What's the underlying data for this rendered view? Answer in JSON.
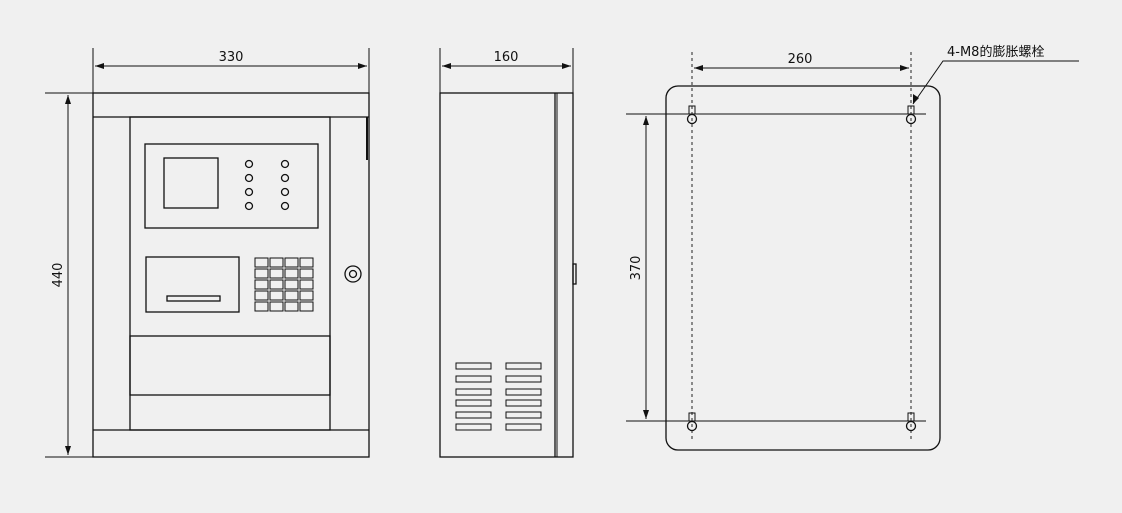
{
  "front_view": {
    "width_label": "330",
    "height_label": "440"
  },
  "side_view": {
    "depth_label": "160"
  },
  "mount_view": {
    "hole_spacing_h_label": "260",
    "hole_spacing_v_label": "370",
    "anchor_note": "4-M8的膨胀螺栓"
  }
}
